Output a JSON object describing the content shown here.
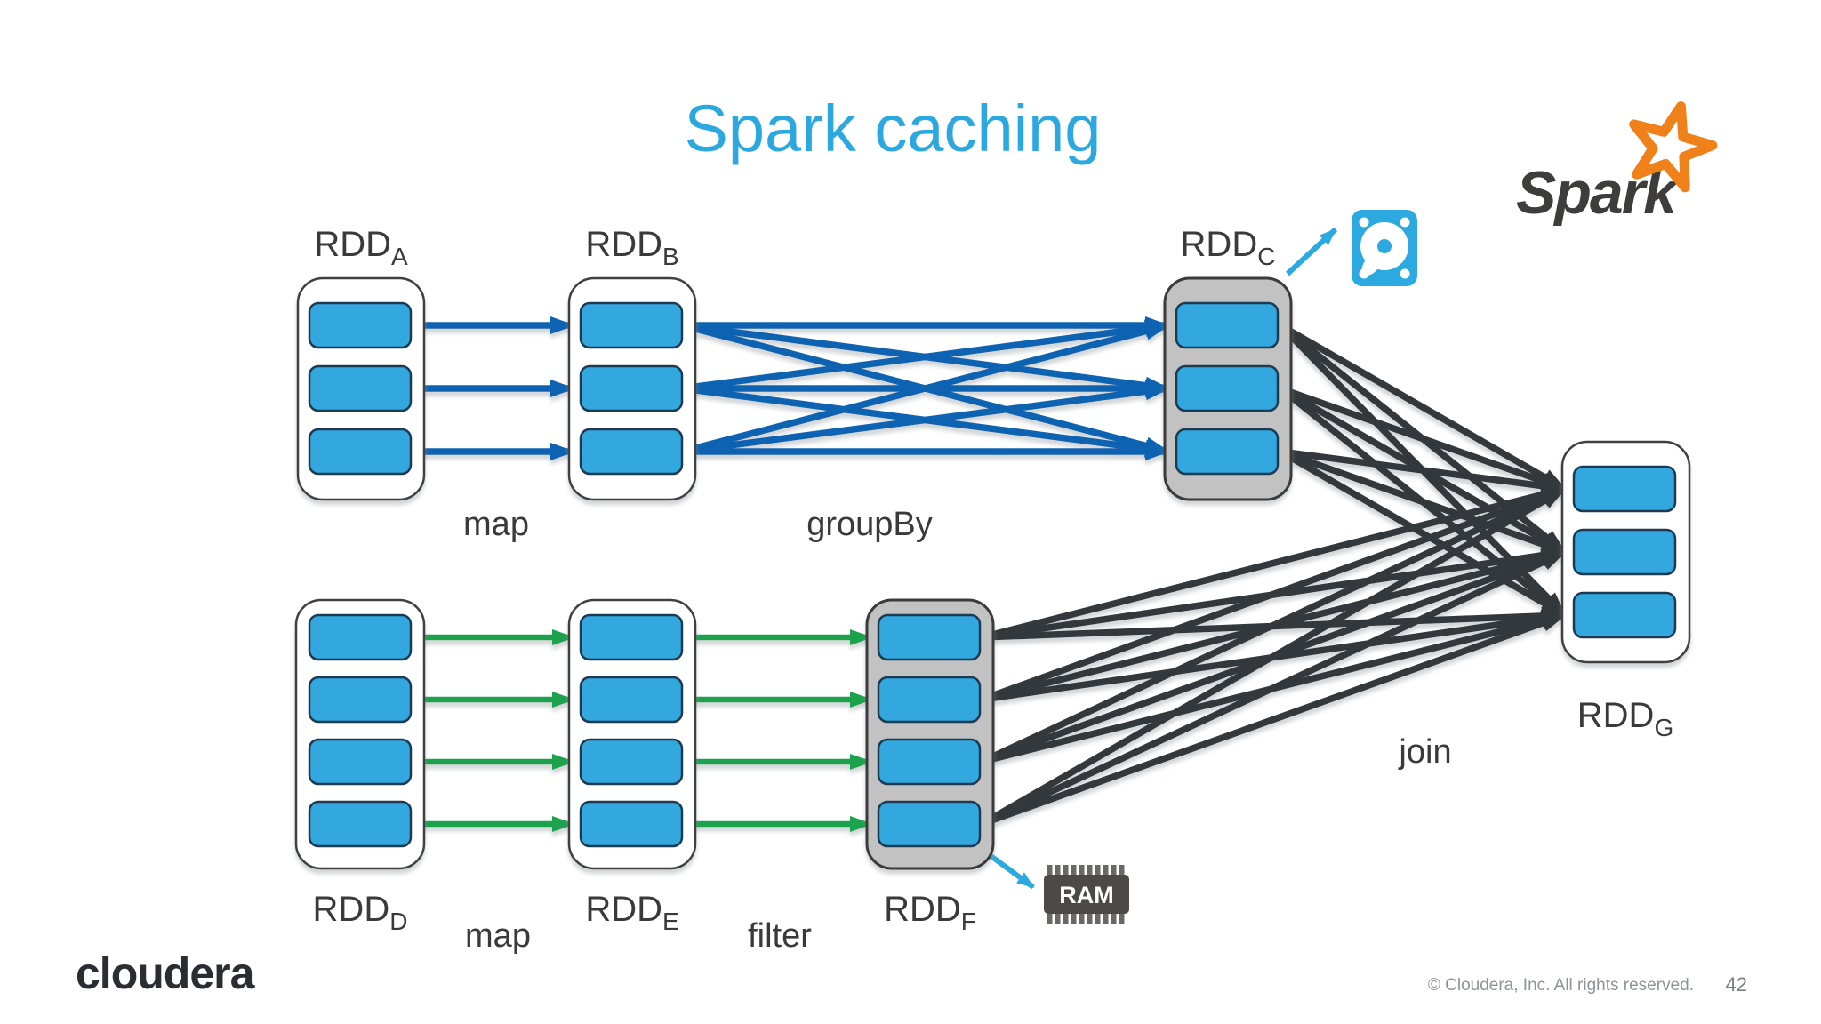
{
  "slide": {
    "title": "Spark caching",
    "footer_copyright": "© Cloudera, Inc. All rights reserved.",
    "page_number": "42",
    "cloudera_logo_text": "cloudera",
    "spark_logo_text": "Spark",
    "title_color": "#2CA8E0"
  },
  "diagram": {
    "colors": {
      "partition_fill": "#31A8DE",
      "cached_container_gray": "#C2C2C2",
      "map_arrow_blue": "#1063B1",
      "transform_arrow_green": "#1FA24E",
      "join_line_dark": "#33383B",
      "cache_arrow_lightblue": "#2BA9E0",
      "spark_star_orange": "#F08019"
    },
    "nodes": [
      {
        "id": "A",
        "base": "RDD",
        "sub": "A",
        "partitions": 3,
        "cached": false
      },
      {
        "id": "B",
        "base": "RDD",
        "sub": "B",
        "partitions": 3,
        "cached": false
      },
      {
        "id": "C",
        "base": "RDD",
        "sub": "C",
        "partitions": 3,
        "cached": true,
        "cache_target": "disk"
      },
      {
        "id": "D",
        "base": "RDD",
        "sub": "D",
        "partitions": 4,
        "cached": false
      },
      {
        "id": "E",
        "base": "RDD",
        "sub": "E",
        "partitions": 4,
        "cached": false
      },
      {
        "id": "F",
        "base": "RDD",
        "sub": "F",
        "partitions": 4,
        "cached": true,
        "cache_target": "RAM"
      },
      {
        "id": "G",
        "base": "RDD",
        "sub": "G",
        "partitions": 3,
        "cached": false
      }
    ],
    "operations": [
      {
        "label": "map",
        "from": "RDD_A",
        "to": "RDD_B"
      },
      {
        "label": "groupBy",
        "from": "RDD_B",
        "to": "RDD_C"
      },
      {
        "label": "map",
        "from": "RDD_D",
        "to": "RDD_E"
      },
      {
        "label": "filter",
        "from": "RDD_E",
        "to": "RDD_F"
      },
      {
        "label": "join",
        "from": "RDD_C + RDD_F",
        "to": "RDD_G"
      }
    ],
    "ram_chip_label": "RAM"
  }
}
